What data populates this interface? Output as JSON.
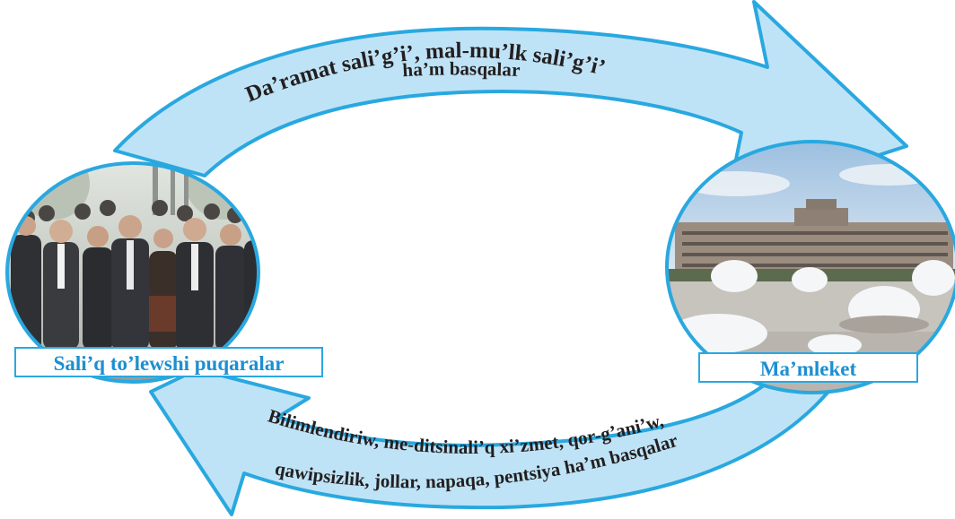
{
  "top_arrow": {
    "line1": "Da’ramat sali’g’i’, mal-mu’lk sali’g’i’",
    "line2": "ha’m basqalar"
  },
  "bottom_arrow": {
    "line1": "Bilimlendiriw, me-ditsinali’q xi’zmet, qor-g’ani’w,",
    "line2": "qawipsizlik, jollar, napaqa, pentsiya ha’m basqalar"
  },
  "left_node": {
    "label": "Sali’q to’lewshi puqaralar",
    "image": "crowd-of-people-photo"
  },
  "right_node": {
    "label": "Ma’mleket",
    "image": "government-building-with-fountains-photo"
  },
  "colors": {
    "arrow_fill": "#bfe3f6",
    "arrow_stroke": "#29a8e0",
    "label_text": "#1c8fd0",
    "arrow_text": "#231f20"
  }
}
